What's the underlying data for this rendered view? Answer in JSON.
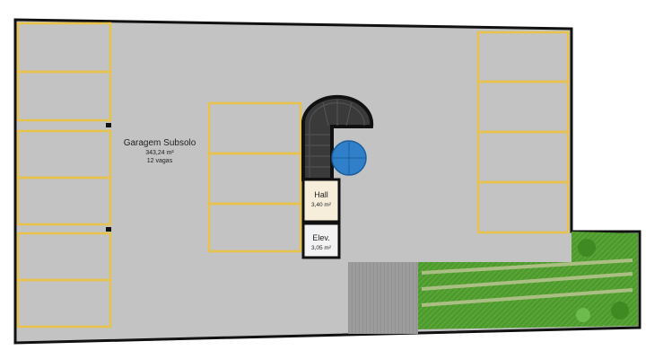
{
  "garage": {
    "title": "Garagem Subsolo",
    "area": "343,24 m²",
    "spaces": "12 vagas"
  },
  "hall": {
    "title": "Hall",
    "area": "3,40 m²"
  },
  "elevator": {
    "title": "Elev.",
    "area": "3,05 m²"
  },
  "colors": {
    "floor": "#c2c2c2",
    "wall": "#111111",
    "parking_line": "#e8c24a",
    "lawn": "#4d9a2c",
    "ramp": "#9a9a9a",
    "table": "#2f7fc9",
    "stair": "#3a3a3a"
  }
}
